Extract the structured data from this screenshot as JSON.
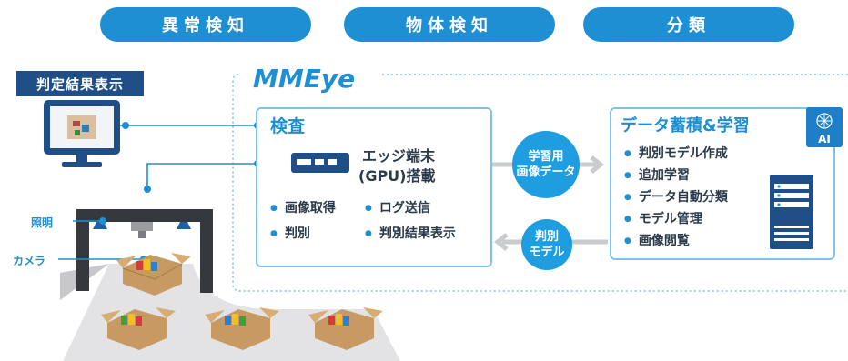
{
  "categories": [
    {
      "label": "異常検知"
    },
    {
      "label": "物体検知"
    },
    {
      "label": "分類"
    }
  ],
  "display_label": "判定結果表示",
  "system_name": "MMEye",
  "inspection": {
    "title": "検査",
    "device_line1": "エッジ端末",
    "device_line2": "(GPU)搭載",
    "features": [
      "画像取得",
      "ログ送信",
      "判別",
      "判別結果表示"
    ]
  },
  "flow_to_learning": {
    "line1": "学習用",
    "line2": "画像データ"
  },
  "flow_to_edge": {
    "line1": "判別",
    "line2": "モデル"
  },
  "learning": {
    "title": "データ蓄積&学習",
    "ai_label": "AI",
    "items": [
      "判別モデル作成",
      "追加学習",
      "データ自動分類",
      "モデル管理",
      "画像閲覧"
    ]
  },
  "scene": {
    "light_label": "照明",
    "camera_label": "カメラ"
  },
  "colors": {
    "accent": "#1e8fd3",
    "circle": "#1e9ee0",
    "label_bg": "#1f4f86",
    "box_border": "#7cc4ea"
  }
}
